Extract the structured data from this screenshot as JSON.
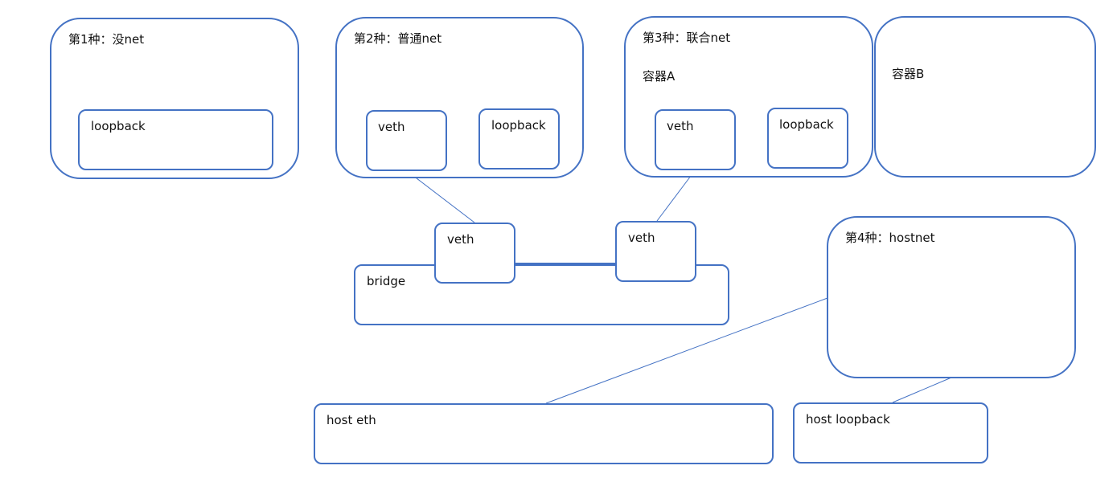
{
  "containers": {
    "type1": {
      "title": "第1种：没net",
      "loopback": "loopback"
    },
    "type2": {
      "title": "第2种：普通net",
      "veth": "veth",
      "loopback": "loopback"
    },
    "type3": {
      "title": "第3种：联合net",
      "container_a": "容器A",
      "veth": "veth",
      "loopback": "loopback"
    },
    "container_b": {
      "title": "容器B"
    },
    "type4": {
      "title": "第4种：hostnet"
    }
  },
  "bridge": {
    "label": "bridge",
    "veth_left": "veth",
    "veth_right": "veth"
  },
  "host": {
    "eth": "host eth",
    "loopback": "host loopback"
  },
  "colors": {
    "border": "#4472c4",
    "line": "#4472c4"
  }
}
